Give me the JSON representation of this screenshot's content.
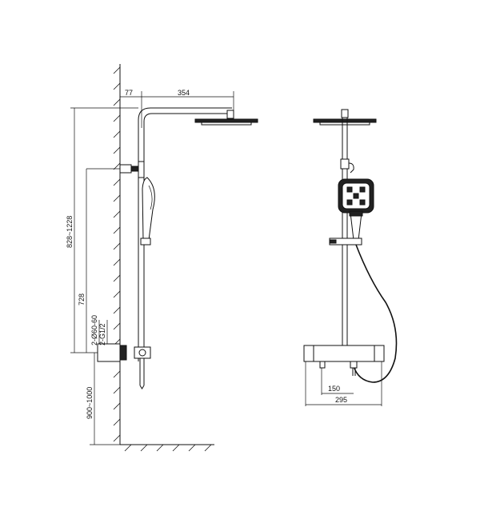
{
  "dimensions": {
    "offset": "77",
    "arm_length": "354",
    "height_range": "828~1228",
    "slide_height": "728",
    "outlet_spacing": "2-Ø60-60",
    "thread": "2-G1/2",
    "install_height": "900~1000",
    "valve_offset": "150",
    "valve_width": "295"
  },
  "colors": {
    "line": "#111111",
    "fill_dark": "#222222",
    "background": "#ffffff"
  }
}
